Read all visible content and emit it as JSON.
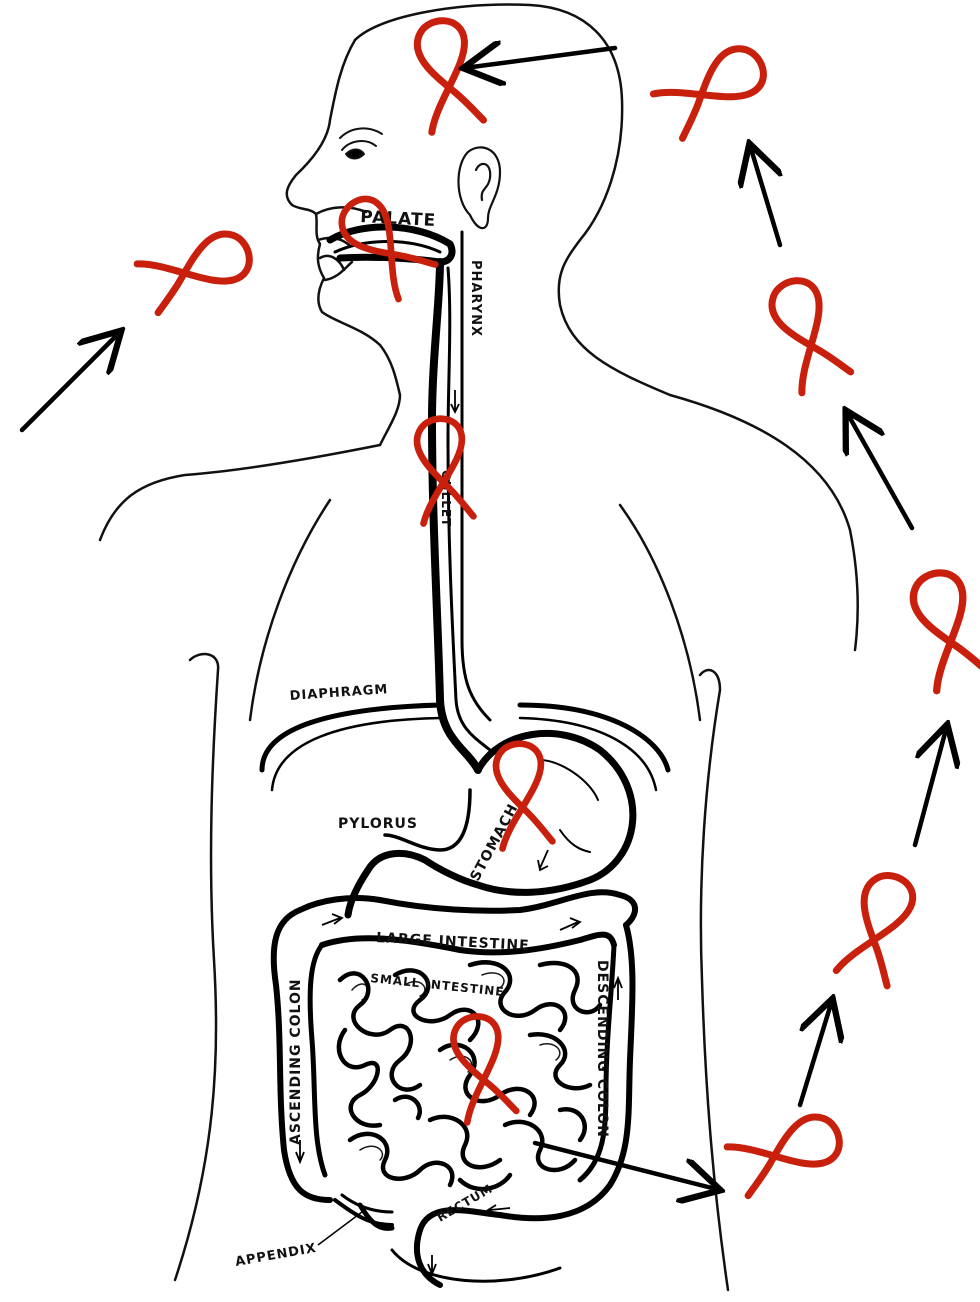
{
  "labels": {
    "palate": "PALATE",
    "pharynx": "PHARYNX",
    "gullet": "GULLET",
    "diaphragm": "DIAPHRAGM",
    "pylorus": "PYLORUS",
    "stomach": "STOMACH",
    "large_intestine": "LARGE INTESTINE",
    "small_intestine": "SMALL INTESTINE",
    "ascending_colon": "ASCENDING COLON",
    "descending_colon": "DESCENDING COLON",
    "appendix": "APPENDIX",
    "rectum": "RECTUM"
  },
  "colors": {
    "line": "#000000",
    "parasite": "#c8200c",
    "background": "#ffffff"
  }
}
